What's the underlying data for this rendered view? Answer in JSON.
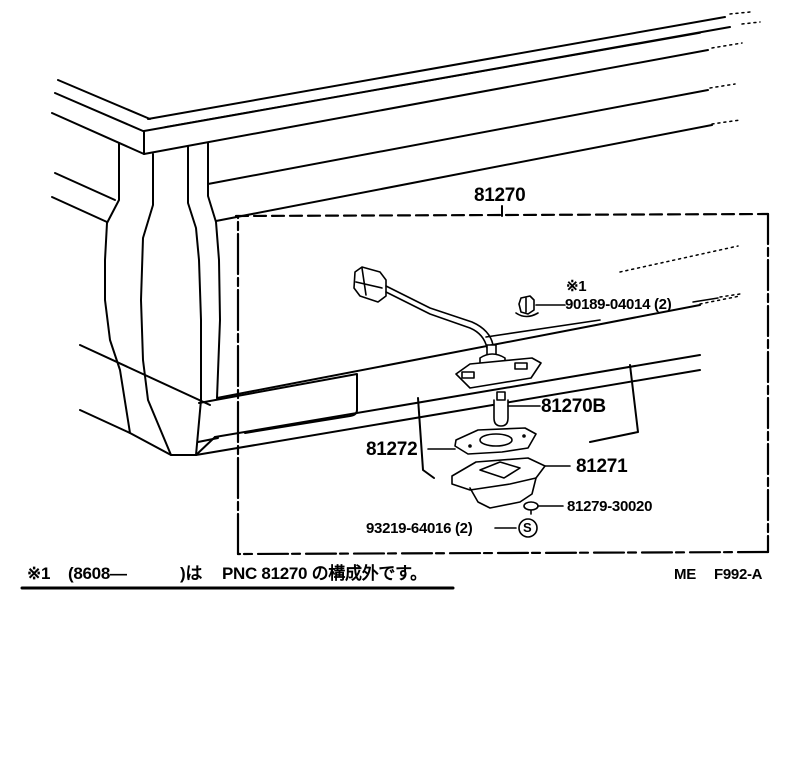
{
  "diagram": {
    "title": "License plate lamp assembly exploded view",
    "assembly_label": "81270",
    "parts": [
      {
        "id": "clip",
        "note_mark": "※1",
        "part_no": "90189-04014 (2)"
      },
      {
        "id": "bulb",
        "part_no": "81270B"
      },
      {
        "id": "gasket",
        "part_no": "81272"
      },
      {
        "id": "lens",
        "part_no": "81271"
      },
      {
        "id": "grommet",
        "part_no": "81279-30020"
      },
      {
        "id": "screw",
        "part_no": "93219-64016 (2)",
        "symbol": "S"
      }
    ],
    "footnote": {
      "mark": "※1",
      "text_open": "(8608—",
      "text_close": ")は",
      "text_tail": "PNC 81270 の構成外です。"
    },
    "figure_code": {
      "prefix": "ME",
      "code": "F992-A"
    },
    "colors": {
      "line": "#000000",
      "background": "#ffffff"
    }
  }
}
